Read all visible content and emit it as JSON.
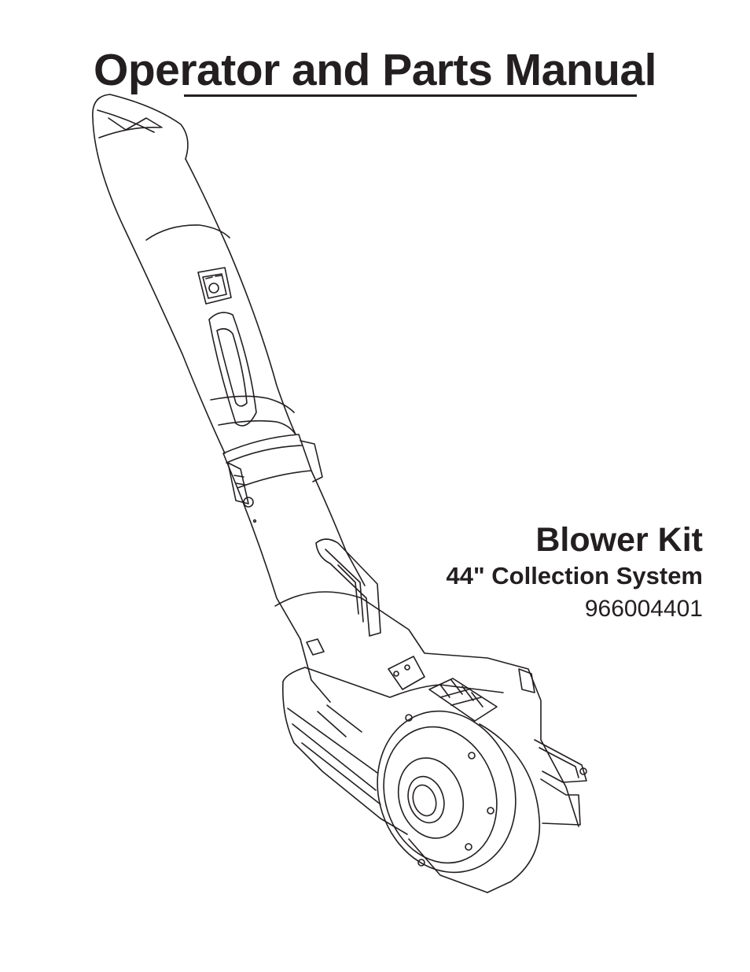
{
  "cover": {
    "title": "Operator and Parts Manual",
    "product_name": "Blower Kit",
    "product_subtitle": "44\" Collection System",
    "part_number": "966004401"
  },
  "illustration": {
    "subject": "blower-kit-line-drawing-icon",
    "stroke_color": "#231f20"
  }
}
